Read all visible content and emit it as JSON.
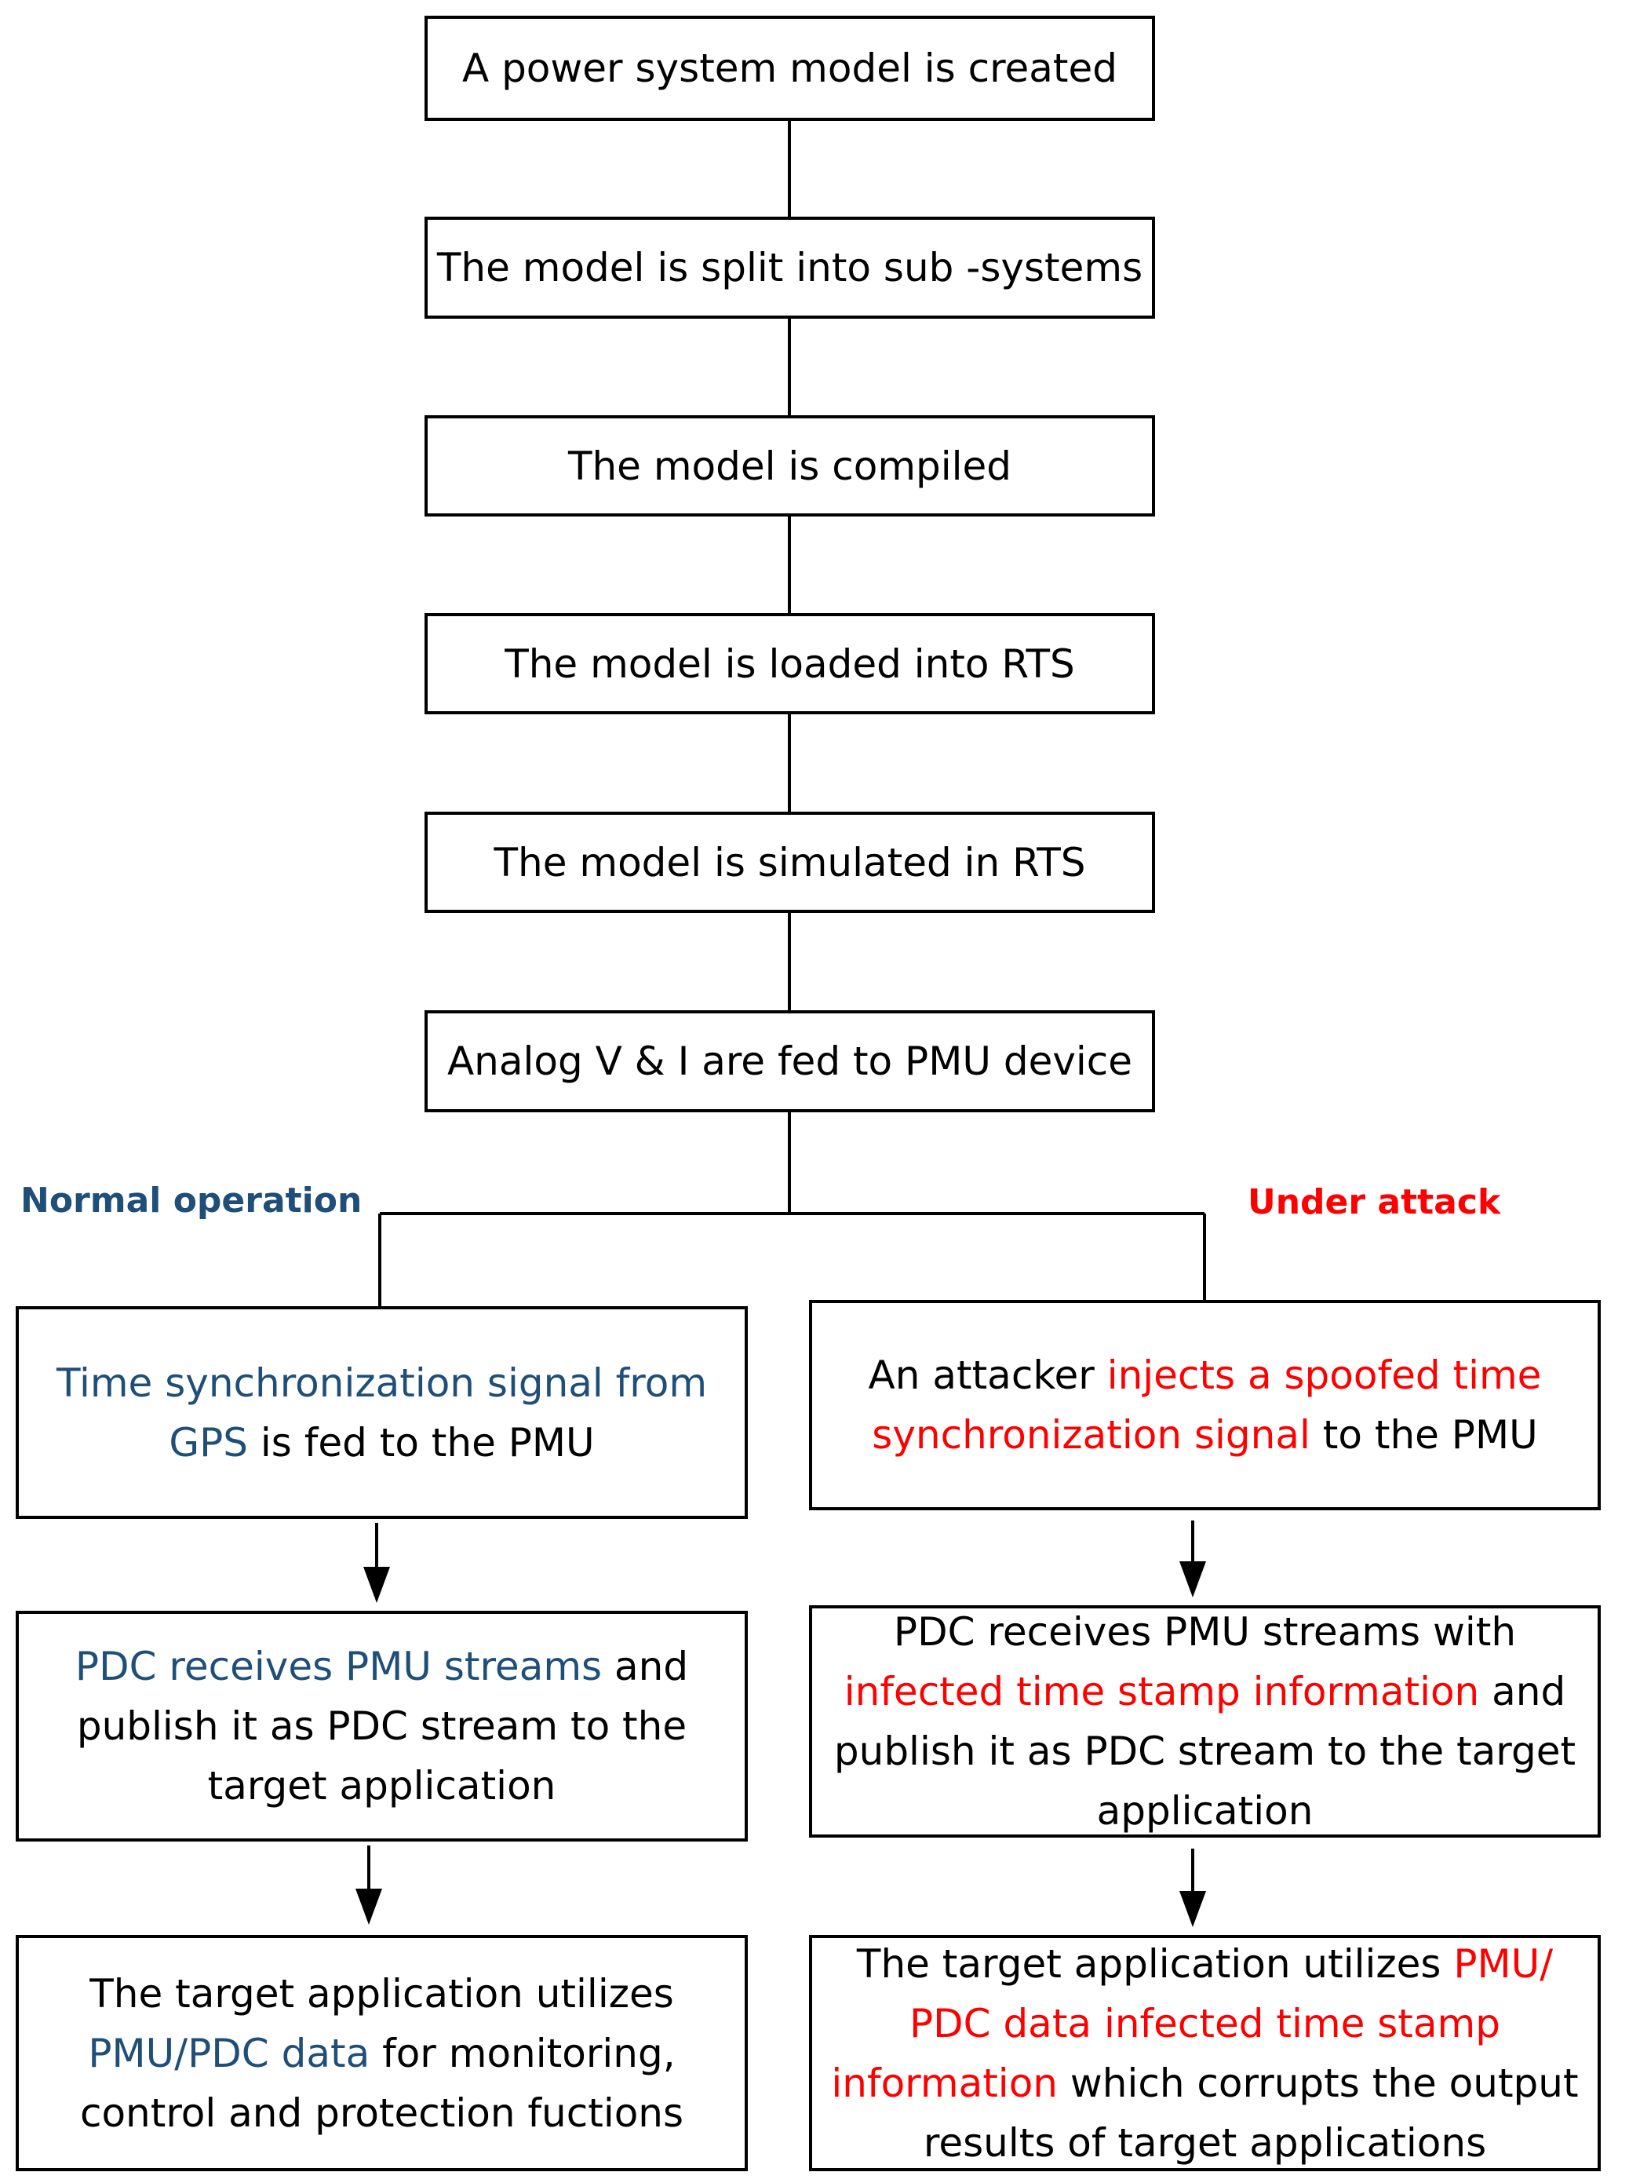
{
  "colors": {
    "normal": "#1f4e79",
    "attack": "#ff0000",
    "ink": "#000000"
  },
  "steps": [
    "A power system model is created",
    "The model is split into sub -systems",
    "The model is compiled",
    "The model is loaded into RTS",
    "The model is simulated in RTS",
    "Analog V & I are fed to PMU device"
  ],
  "branches": {
    "normal": {
      "label": "Normal operation",
      "box1": {
        "line1_hl": "Time synchronization signal from",
        "line2_hl": "GPS",
        "line2_rest": " is fed to the PMU"
      },
      "box2": {
        "line1_hl": "PDC receives PMU streams",
        "line1_rest": " and",
        "line2": "publish it as PDC stream to the",
        "line3": "target application"
      },
      "box3": {
        "line1": "The target application utilizes",
        "line2_hl": "PMU/PDC data",
        "line2_rest": " for monitoring,",
        "line3": "control and protection fuctions"
      }
    },
    "attack": {
      "label": "Under attack",
      "box1": {
        "line1_pre": "An attacker ",
        "line1_hl": "injects a spoofed time",
        "line2_hl": "synchronization signal",
        "line2_rest": " to the PMU"
      },
      "box2": {
        "line1": "PDC receives PMU streams with",
        "line2_hl": "infected time stamp information",
        "line2_rest": " and",
        "line3": "publish it as PDC stream to the target",
        "line4": "application"
      },
      "box3": {
        "line1_pre": "The target application utilizes ",
        "line1_hl": "PMU/",
        "line2_hl": "PDC data infected time stamp",
        "line3_hl": "information",
        "line3_rest": " which corrupts the output",
        "line4": "results of target applications"
      }
    }
  }
}
